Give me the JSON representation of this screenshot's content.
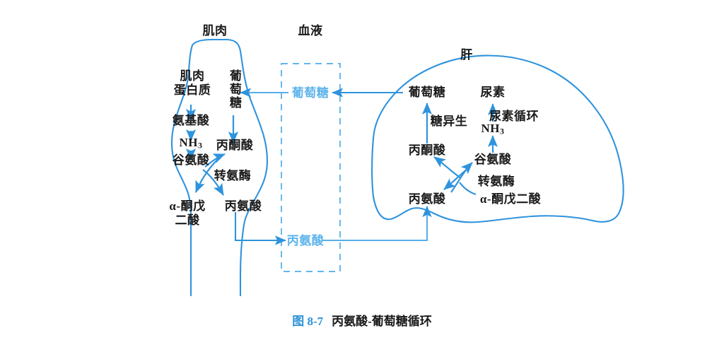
{
  "figure": {
    "caption_number": "图 8-7",
    "caption_title": "丙氨酸-葡萄糖循环",
    "accent_color": "#2e92d8",
    "line_color": "#2f93dd",
    "blood_label_color": "#5fb4ec",
    "text_color": "#1a1a1a"
  },
  "compartments": {
    "muscle": {
      "title": "肌肉"
    },
    "blood": {
      "title": "血液"
    },
    "liver": {
      "title": "肝"
    }
  },
  "muscle": {
    "protein": "肌肉\n蛋白质",
    "glucose": "葡萄糖",
    "amino_acid": "氨基酸",
    "ammonia": "NH",
    "ammonia_sub": "3",
    "glutamate": "谷氨酸",
    "pyruvate": "丙酮酸",
    "transaminase": "转氨酶",
    "alpha_ketoglutarate": "α-酮戊\n二酸",
    "alanine": "丙氨酸"
  },
  "blood": {
    "glucose": "葡萄糖",
    "alanine": "丙氨酸"
  },
  "liver": {
    "glucose": "葡萄糖",
    "urea": "尿素",
    "gluconeogenesis": "糖异生",
    "urea_cycle": "尿素循环",
    "ammonia": "NH",
    "ammonia_sub": "3",
    "pyruvate": "丙酮酸",
    "glutamate": "谷氨酸",
    "transaminase": "转氨酶",
    "alanine": "丙氨酸",
    "alpha_ketoglutarate": "α-酮戊二酸"
  }
}
